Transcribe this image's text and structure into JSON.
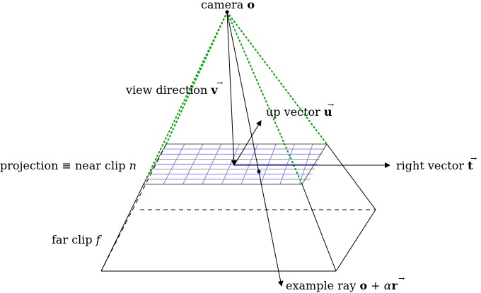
{
  "labels": {
    "camera": {
      "text": "camera",
      "symbol": "o"
    },
    "view_direction": {
      "text": "view direction",
      "symbol": "v",
      "arrow": "→"
    },
    "up_vector": {
      "text": "up vector",
      "symbol": "u",
      "arrow": "→"
    },
    "projection": {
      "text": "projection ≡ near clip",
      "symbol": "n"
    },
    "right_vector": {
      "text": "right vector",
      "symbol": "t",
      "arrow": "→"
    },
    "far_clip": {
      "text": "far clip",
      "symbol": "f"
    },
    "example_ray": {
      "prefix": "example ray",
      "o": "o",
      "plus": "+",
      "alpha": "α",
      "r": "r",
      "arrow": "→"
    }
  },
  "colors": {
    "frustum_rays": "#00aa00",
    "projection_grid": "#7777ee",
    "lines": "#000000",
    "ray_point": "#000066"
  }
}
